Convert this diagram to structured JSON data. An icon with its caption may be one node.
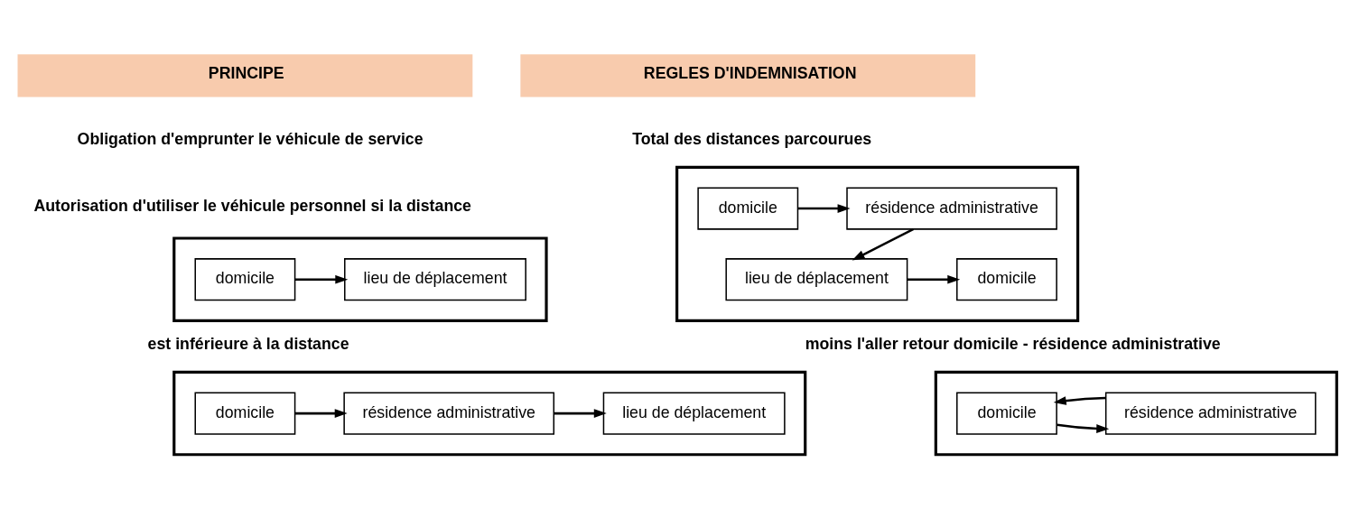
{
  "diagram": {
    "nodes": [
      {
        "text": [
          "PRINCIPE"
        ]
      },
      {
        "text": [
          "REGLES D'INDEMNISATION"
        ]
      },
      {
        "text": [],
        "shape": "box"
      },
      {
        "text": [
          "domicile"
        ],
        "in": 2
      },
      {
        "text": [
          "lieu de déplacement"
        ],
        "in": 2
      },
      {
        "text": [],
        "shape": "box"
      },
      {
        "text": [
          "domicile"
        ],
        "in": 5
      },
      {
        "text": [
          "résidence administrative"
        ],
        "in": 5
      },
      {
        "text": [
          "lieu de déplacement"
        ],
        "in": 5
      },
      {
        "text": [],
        "shape": "box"
      },
      {
        "text": [
          "domicile"
        ],
        "in": 9
      },
      {
        "text": [
          "résidence administrative"
        ],
        "in": 9
      },
      {
        "text": [
          "lieu de déplacement"
        ],
        "in": 9
      },
      {
        "text": [
          "domicile"
        ],
        "in": 9
      },
      {
        "text": [],
        "shape": "box"
      },
      {
        "text": [
          "domicile"
        ],
        "in": 14
      },
      {
        "text": [
          "résidence administrative"
        ],
        "in": 14
      }
    ],
    "edges": [
      {
        "from": 3,
        "to": 4,
        "arrow": "to"
      },
      {
        "from": 6,
        "to": 7,
        "arrow": "to"
      },
      {
        "from": 7,
        "to": 8,
        "arrow": "to"
      },
      {
        "from": 10,
        "to": 11,
        "arrow": "to"
      },
      {
        "from": 11,
        "to": 12,
        "arrow": "to"
      },
      {
        "from": 12,
        "to": 13,
        "arrow": "to"
      },
      {
        "from": 15,
        "to": 16,
        "arrow": "to"
      },
      {
        "from": 16,
        "to": 15,
        "arrow": "to"
      }
    ],
    "labels": [
      "Obligation d'emprunter le véhicule de service",
      "Autorisation d'utiliser le véhicule personnel si la distance",
      "est inférieure à la distance",
      "Total des distances parcourues",
      "moins l'aller retour domicile - résidence administrative"
    ]
  }
}
